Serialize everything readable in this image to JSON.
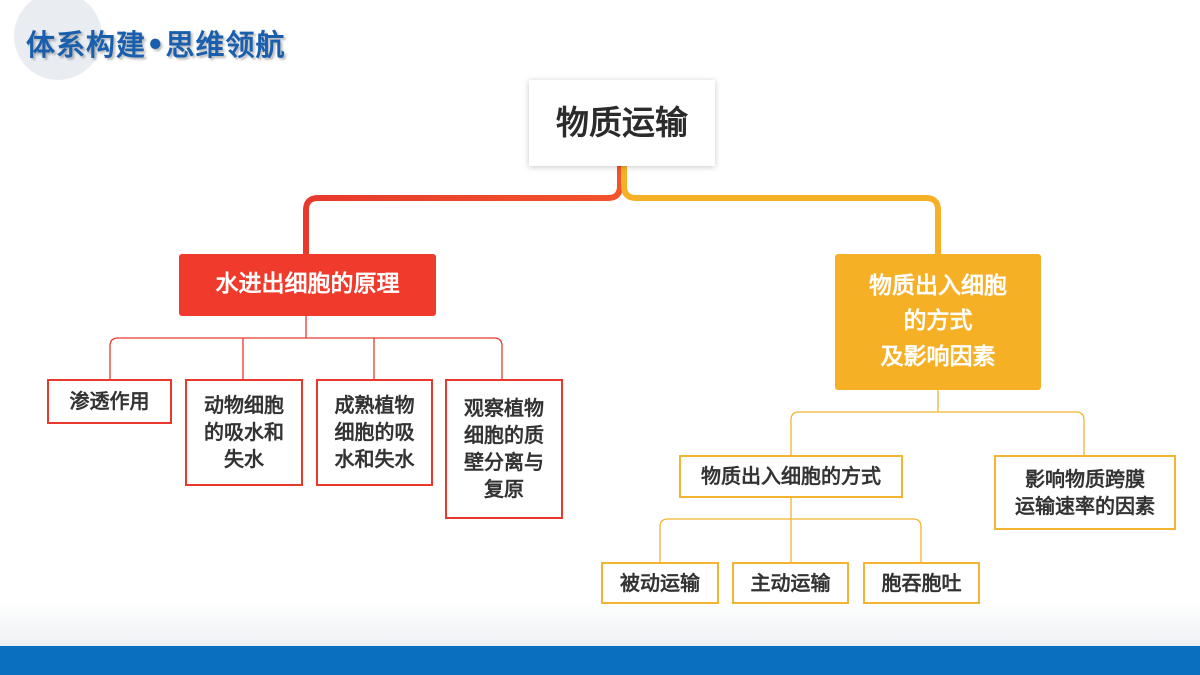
{
  "header": {
    "title": "体系构建•思维领航"
  },
  "colors": {
    "title_blue": "#1a5fae",
    "red_branch": "#f03a2b",
    "yellow_branch": "#f5b026",
    "footer_blue": "#0a6fbe"
  },
  "mindmap": {
    "root": "物质运输",
    "left_branch": {
      "label": "水进出细胞的原理",
      "children": [
        "渗透作用",
        "动物细胞\n的吸水和\n失水",
        "成熟植物\n细胞的吸\n水和失水",
        "观察植物\n细胞的质\n壁分离与\n复原"
      ]
    },
    "right_branch": {
      "label": "物质出入细胞\n的方式\n及影响因素",
      "children": [
        {
          "label": "物质出入细胞的方式",
          "children": [
            "被动运输",
            "主动运输",
            "胞吞胞吐"
          ]
        },
        {
          "label": "影响物质跨膜\n运输速率的因素"
        }
      ]
    }
  }
}
